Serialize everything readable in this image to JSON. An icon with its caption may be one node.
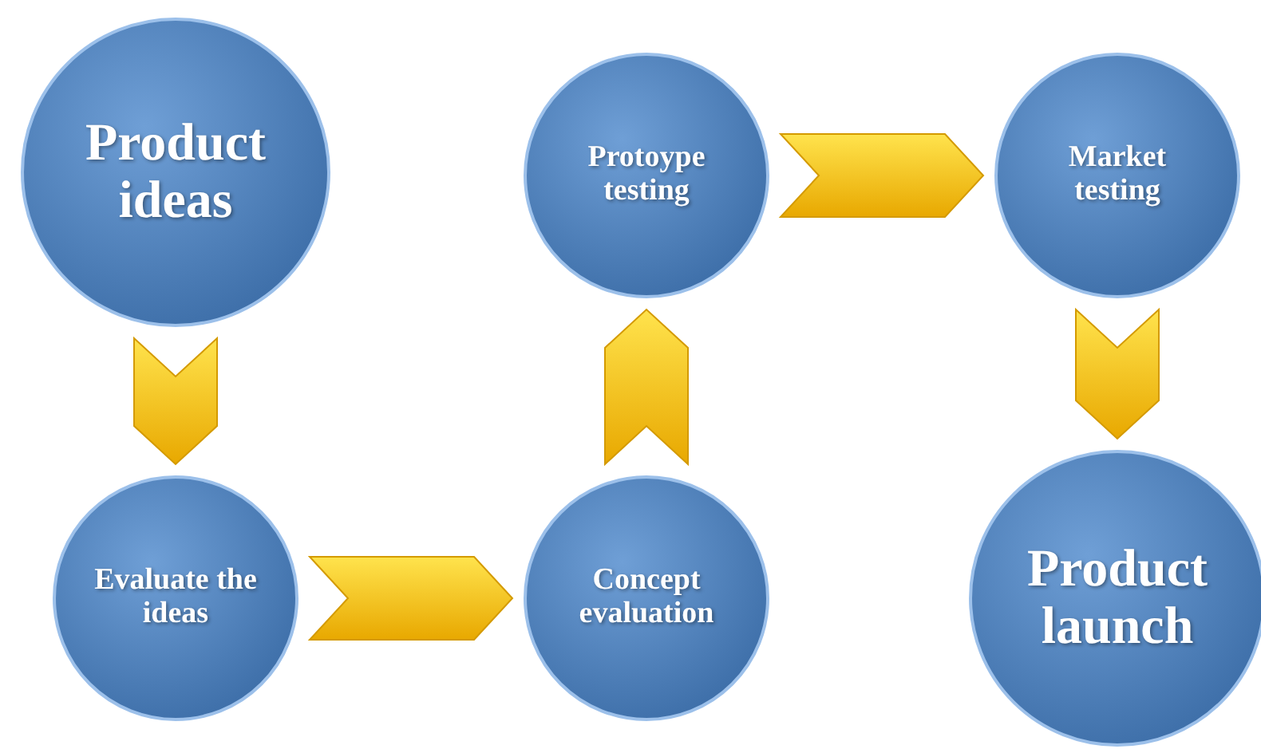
{
  "diagram": {
    "nodes": [
      {
        "text": [
          "Product ideas"
        ]
      },
      {
        "text": [
          "Evaluate the ideas"
        ]
      },
      {
        "text": [
          "Concept evaluation"
        ]
      },
      {
        "text": [
          "Protoype testing"
        ]
      },
      {
        "text": [
          "Market testing"
        ]
      },
      {
        "text": [
          "Product launch"
        ]
      }
    ],
    "edges": [
      {
        "from": 0,
        "to": 1,
        "arrow": "to"
      },
      {
        "from": 1,
        "to": 2,
        "arrow": "to"
      },
      {
        "from": 2,
        "to": 3,
        "arrow": "to"
      },
      {
        "from": 3,
        "to": 4,
        "arrow": "to"
      },
      {
        "from": 4,
        "to": 5,
        "arrow": "to"
      }
    ]
  }
}
